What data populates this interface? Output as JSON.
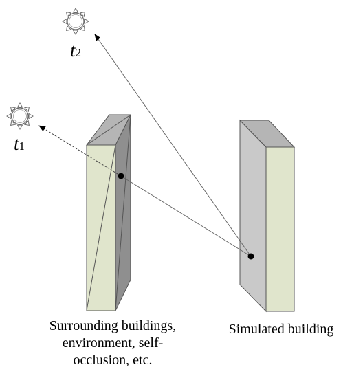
{
  "labels": {
    "sun_t1": {
      "base": "t",
      "sub": "1"
    },
    "sun_t2": {
      "base": "t",
      "sub": "2"
    }
  },
  "captions": {
    "surrounding": [
      "Surrounding buildings,",
      "environment, self-",
      "occlusion, etc."
    ],
    "simulated": "Simulated building"
  },
  "colors": {
    "face_light": "#e0e5cc",
    "face_gray": "#c9c9c9",
    "face_dark": "#8f8f8f",
    "face_top": "#b5b5b5",
    "stroke": "#555555"
  },
  "icons": {
    "sun": "sun-icon"
  }
}
